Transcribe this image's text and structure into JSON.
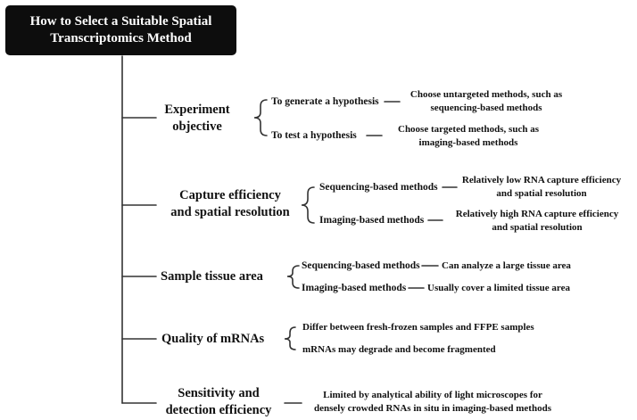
{
  "title": {
    "line1": "How to Select a Suitable Spatial",
    "line2": "Transcriptomics Method"
  },
  "categories": [
    {
      "label": [
        "Experiment",
        "objective"
      ],
      "options": [
        {
          "label": "To generate a hypothesis",
          "result": [
            "Choose untargeted methods, such as",
            "sequencing-based methods"
          ]
        },
        {
          "label": "To test a hypothesis",
          "result": [
            "Choose targeted methods, such as",
            "imaging-based methods"
          ]
        }
      ]
    },
    {
      "label": [
        "Capture efficiency",
        "and spatial resolution"
      ],
      "options": [
        {
          "label": "Sequencing-based methods",
          "result": [
            "Relatively low RNA capture efficiency",
            "and spatial resolution"
          ]
        },
        {
          "label": "Imaging-based methods",
          "result": [
            "Relatively high RNA capture efficiency",
            "and spatial resolution"
          ]
        }
      ]
    },
    {
      "label": [
        "Sample tissue area"
      ],
      "options": [
        {
          "label": "Sequencing-based methods",
          "result": [
            "Can analyze a large tissue area"
          ]
        },
        {
          "label": "Imaging-based methods",
          "result": [
            "Usually cover a limited tissue area"
          ]
        }
      ]
    },
    {
      "label": [
        "Quality of mRNAs"
      ],
      "notes": [
        "Differ between fresh-frozen samples and FFPE samples",
        "mRNAs may degrade and become fragmented"
      ]
    },
    {
      "label": [
        "Sensitivity and",
        "detection efficiency"
      ],
      "notes": [
        "Limited by analytical ability of light microscopes for",
        "densely crowded RNAs in situ in imaging-based methods"
      ]
    }
  ]
}
